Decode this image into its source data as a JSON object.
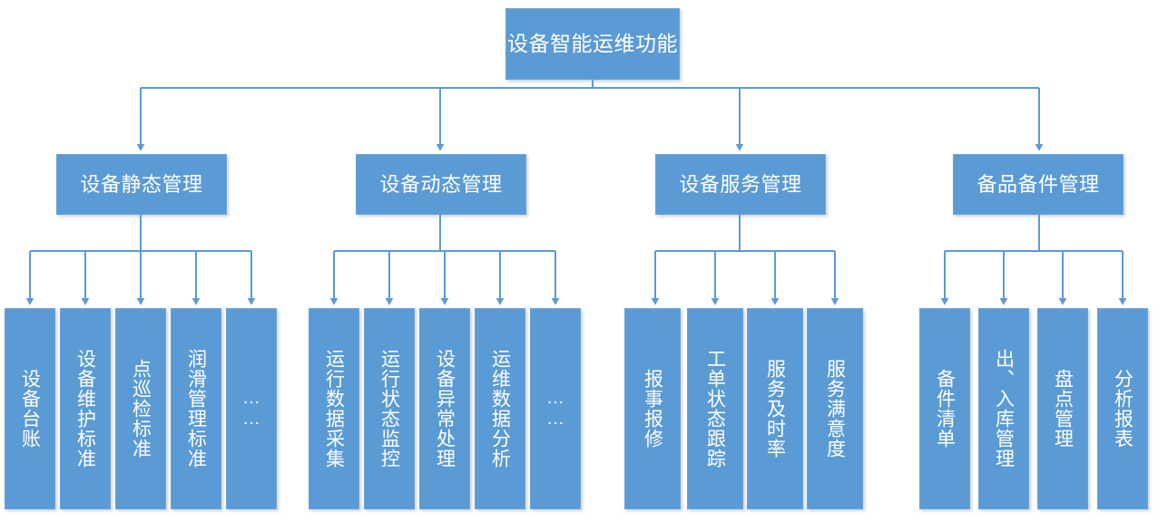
{
  "diagram": {
    "type": "hierarchy-tree",
    "accent_color": "#5B9BD5",
    "line_color": "#5B9BD5",
    "text_color": "#FFFFFF",
    "background": "#FFFFFF",
    "root": {
      "label": "设备智能运维功能"
    },
    "branches": [
      {
        "label": "设备静态管理",
        "children": [
          {
            "label": "设备台账"
          },
          {
            "label": "设备维护标准"
          },
          {
            "label": "点巡检标准"
          },
          {
            "label": "润滑管理标准"
          },
          {
            "label": "……"
          }
        ]
      },
      {
        "label": "设备动态管理",
        "children": [
          {
            "label": "运行数据采集"
          },
          {
            "label": "运行状态监控"
          },
          {
            "label": "设备异常处理"
          },
          {
            "label": "运维数据分析"
          },
          {
            "label": "……"
          }
        ]
      },
      {
        "label": "设备服务管理",
        "children": [
          {
            "label": "报事报修"
          },
          {
            "label": "工单状态跟踪"
          },
          {
            "label": "服务及时率"
          },
          {
            "label": "服务满意度"
          }
        ]
      },
      {
        "label": "备品备件管理",
        "children": [
          {
            "label": "备件清单"
          },
          {
            "label": "出、入库管理"
          },
          {
            "label": "盘点管理"
          },
          {
            "label": "分析报表"
          }
        ]
      }
    ]
  }
}
